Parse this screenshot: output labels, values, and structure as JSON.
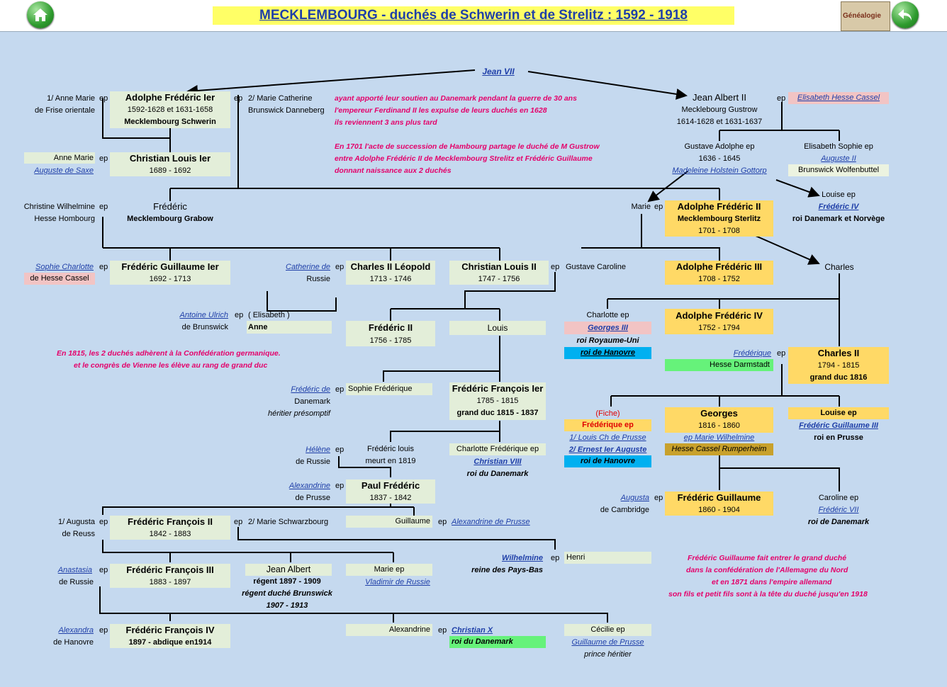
{
  "header": {
    "title": "MECKLEMBOURG - duchés de Schwerin et de Strelitz :  1592 - 1918",
    "home_icon": "home-icon",
    "back_icon": "back-arrow-icon",
    "genealogy_label": "Généalogie"
  },
  "people": {
    "jean_vii": "Jean VII",
    "anne_marie_frise_1": "1/ Anne Marie",
    "anne_marie_frise_2": "de Frise orientale",
    "adolphe_fred_1": "Adolphe Frédéric Ier",
    "adolphe_fred_1_d": "1592-1628 et 1631-1658",
    "adolphe_fred_1_t": "Mecklembourg Schwerin",
    "marie_cath_1": "2/ Marie Catherine",
    "marie_cath_2": "Brunswick Danneberg",
    "jean_albert_2": "Jean Albert II",
    "jean_albert_2_t": "Mecklebourg Gustrow",
    "jean_albert_2_d": "1614-1628 et 1631-1637",
    "elisabeth_hesse": "Elisabeth Hesse Cassel",
    "anne_marie_2": "Anne Marie",
    "auguste_saxe": "Auguste de Saxe",
    "christian_louis_1": "Christian Louis Ier",
    "christian_louis_1_d": "1689 - 1692",
    "gustave_adolphe": "Gustave Adolphe ep",
    "gustave_adolphe_d": "1636 - 1645",
    "madeleine": "Madeleine Holstein Gottorp",
    "elisabeth_sophie": "Elisabeth Sophie ep",
    "auguste_ii": "Auguste II",
    "brunswick_wolf": "Brunswick Wolfenbuttel",
    "christine_w_1": "Christine Wilhelmine",
    "christine_w_2": "Hesse Hombourg",
    "frederic_grabow": "Frédéric",
    "frederic_grabow_t": "Mecklembourg Grabow",
    "marie": "Marie",
    "adolphe_fred_2": "Adolphe Frédéric II",
    "adolphe_fred_2_t": "Mecklembourg Sterlitz",
    "adolphe_fred_2_d": "1701 - 1708",
    "louise_ep": "Louise ep",
    "frederic_iv": "Frédéric IV",
    "roi_dan_nor": "roi Danemark et Norvège",
    "sophie_charlotte": "Sophie Charlotte",
    "de_hesse_cassel": "de Hesse Cassel",
    "fred_guillaume_1": "Frédéric Guillaume Ier",
    "fred_guillaume_1_d": "1692 - 1713",
    "catherine": "Catherine de",
    "russie": "Russie",
    "charles_leopold": "Charles II Léopold",
    "charles_leopold_d": "1713 - 1746",
    "christian_louis_2": "Christian Louis II",
    "christian_louis_2_d": "1747 - 1756",
    "gustave_caroline": "Gustave Caroline",
    "adolphe_fred_3": "Adolphe Frédéric III",
    "adolphe_fred_3_d": "1708 - 1752",
    "charles": "Charles",
    "antoine_ulrich": "Antoine Ulrich",
    "de_brunswick": "de Brunswick",
    "elisabeth_paren": "( Elisabeth )",
    "anne": "Anne",
    "frederic_2": "Frédéric II",
    "frederic_2_d": "1756 - 1785",
    "louis": "Louis",
    "charlotte_ep": "Charlotte ep",
    "georges_iii": "Georges III",
    "roi_royaume_uni": "roi  Royaume-Uni",
    "roi_hanovre": "roi de Hanovre",
    "adolphe_fred_4": "Adolphe Frédéric IV",
    "adolphe_fred_4_d": "1752 - 1794",
    "frederique": "Frédérique",
    "hesse_darmstadt": "Hesse Darmstadt",
    "charles_2": "Charles II",
    "charles_2_d": "1794 - 1815",
    "charles_2_t": "grand duc 1816",
    "frederic_de": "Frédéric de",
    "danemark": "Danemark",
    "heritier": "héritier présomptif",
    "sophie_frederique": "Sophie Frédérique",
    "ff_1": "Frédéric François Ier",
    "ff_1_d": "1785 - 1815",
    "ff_1_t": "grand duc 1815 - 1837",
    "fiche": "(Fiche)",
    "frederique_ep": "Frédérique ep",
    "louis_ch": "1/ Louis Ch de Prusse",
    "ernest": "2/ Ernest Ier Auguste",
    "roi_hanovre_2": "roi de Hanovre",
    "georges": "Georges",
    "georges_d": "1816 - 1860",
    "ep_marie_w": "ep Marie  Wilhelmine",
    "hesse_cassel_r": "Hesse Cassel Rumperheim",
    "louise_ep_2": "Louise ep",
    "fg_3": "Frédéric Guillaume III",
    "roi_prusse": "roi en Prusse",
    "helene": "Hélène",
    "de_russie": "de Russie",
    "frederic_louis": "Frédéric louis",
    "meurt": "meurt en 1819",
    "charlotte_fred": "Charlotte Frédérique ep",
    "christian_viii": "Christian VIII",
    "roi_danemark": "roi du Danemark",
    "alexandrine": "Alexandrine",
    "de_prusse": "de Prusse",
    "paul_fred": "Paul Frédéric",
    "paul_fred_d": "1837 - 1842",
    "augusta": "Augusta",
    "de_cambridge": "de Cambridge",
    "fred_guillaume": "Frédéric Guillaume",
    "fred_guillaume_d": "1860 - 1904",
    "caroline_ep": "Caroline ep",
    "frederic_vii": "Frédéric VII",
    "roi_de_danemark": "roi de Danemark",
    "augusta_1": "1/ Augusta",
    "de_reuss": "de Reuss",
    "ff_2": "Frédéric François II",
    "ff_2_d": "1842 - 1883",
    "marie_schw": "2/ Marie Schwarzbourg",
    "guillaume": "Guillaume",
    "alex_prusse": "Alexandrine de Prusse",
    "wilhelmine": "Wilhelmine",
    "reine": "reine des Pays-Bas",
    "henri": "Henri",
    "anastasia": "Anastasia",
    "de_russie_2": "de Russie",
    "ff_3": "Frédéric François III",
    "ff_3_d": "1883 - 1897",
    "jean_albert": "Jean Albert",
    "jean_albert_r": "régent 1897 - 1909",
    "jean_albert_r2": "régent duché Brunswick",
    "jean_albert_d": "1907 - 1913",
    "marie_ep": "Marie ep",
    "vladimir": "Vladimir de Russie",
    "alexandra": "Alexandra",
    "de_hanovre": "de Hanovre",
    "ff_4": "Frédéric François IV",
    "ff_4_d": "1897 - abdique en1914",
    "alexandrine_2": "Alexandrine",
    "christian_x": "Christian X",
    "roi_du_danemark": "roi du Danemark",
    "cecilie": "Cécilie ep",
    "guillaume_prusse": "Guillaume de Prusse",
    "prince": "prince héritier",
    "ep": "ep"
  },
  "notes": {
    "n1": "ayant apporté leur soutien au Danemark pendant la guerre de 30 ans",
    "n2": " l'empereur Ferdinand II les expulse de leurs duchés en 1628",
    "n3": "ils reviennent 3 ans plus tard",
    "n4": "En 1701 l'acte de succession de Hambourg partage le duché de M Gustrow",
    "n5": "entre Adolphe Frédéric II de Mecklembourg Strelitz et Frédéric Guillaume",
    "n6": "donnant naissance aux 2 duchés",
    "n7": "En 1815, les 2 duchés adhèrent à la Confédération germanique.",
    "n8": "et le congrès de Vienne les élève au rang de grand duc",
    "n9": "Frédéric Guillaume fait entrer le grand duché",
    "n10": "dans la confédération  de l'Allemagne du Nord",
    "n11": "et en 1871 dans l'empire allemand",
    "n12": "son fils et petit fils sont à la tête du duché  jusqu'en 1918"
  },
  "colors": {
    "background": "#c5d9ef",
    "title_bg": "#ffff66",
    "title_text": "#1f3fa8",
    "note_pink": "#e4006a",
    "box_green": "#e3eed9",
    "box_yellow": "#ffd966"
  }
}
